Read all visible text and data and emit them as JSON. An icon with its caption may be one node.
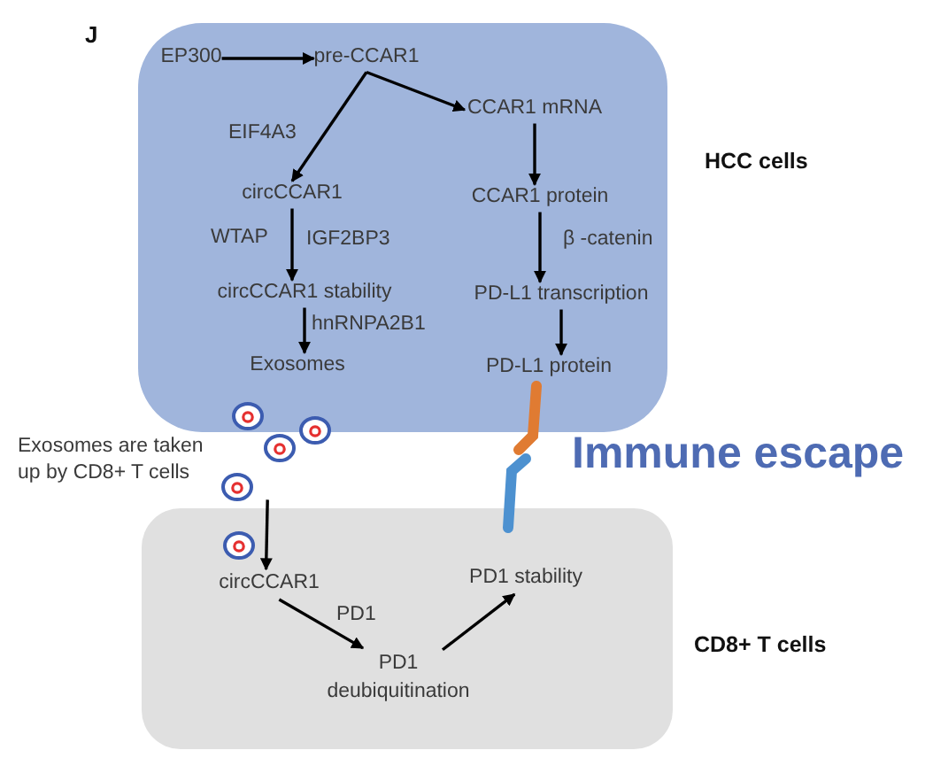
{
  "diagram": {
    "nodes": [
      {
        "text": [],
        "shape": "box",
        "beside": [
          "HCC cells"
        ]
      },
      {
        "text": [],
        "shape": "box",
        "beside": [
          "CD8+ T cells"
        ]
      },
      {
        "text": [
          "EP300"
        ],
        "in": 0
      },
      {
        "text": [
          "pre-CCAR1"
        ],
        "in": 0
      },
      {
        "text": [
          "CCAR1 mRNA"
        ],
        "in": 0
      },
      {
        "text": [
          "circCCAR1"
        ],
        "in": 0
      },
      {
        "text": [
          "CCAR1 protein"
        ],
        "in": 0
      },
      {
        "text": [
          "circCCAR1 stability"
        ],
        "in": 0
      },
      {
        "text": [
          "PD-L1 transcription"
        ],
        "in": 0
      },
      {
        "text": [
          "Exosomes"
        ],
        "in": 0
      },
      {
        "text": [
          "PD-L1 protein"
        ],
        "in": 0
      },
      {
        "text": [
          "circCCAR1"
        ],
        "in": 1
      },
      {
        "text": [
          "PD1 stability"
        ],
        "in": 1
      },
      {
        "text": [
          "PD1 deubiquitination"
        ],
        "in": 1
      },
      {
        "text": [],
        "shape": "circle",
        "in": 0
      },
      {
        "text": [],
        "shape": "circle"
      },
      {
        "text": [],
        "shape": "circle"
      },
      {
        "text": [],
        "shape": "circle"
      },
      {
        "text": [],
        "shape": "circle",
        "in": 1
      }
    ],
    "edges": [
      {
        "from": 2,
        "to": 3,
        "arrow": "to"
      },
      {
        "from": 3,
        "to": 4,
        "arrow": "to"
      },
      {
        "from": 3,
        "to": 5,
        "arrow": "to",
        "label": "EIF4A3"
      },
      {
        "from": 4,
        "to": 6,
        "arrow": "to"
      },
      {
        "from": 5,
        "to": 7,
        "arrow": "to",
        "label": "WTAP"
      },
      {
        "from": 6,
        "to": 8,
        "arrow": "to",
        "label": "β -catenin"
      },
      {
        "from": 7,
        "to": 9,
        "arrow": "to",
        "label": "hnRNPA2B1"
      },
      {
        "from": 8,
        "to": 10,
        "arrow": "to"
      },
      {
        "from": 17,
        "to": 11,
        "arrow": "to"
      },
      {
        "from": 11,
        "to": 13,
        "arrow": "to",
        "label": "PD1"
      },
      {
        "from": 13,
        "to": 12,
        "arrow": "to"
      }
    ],
    "labels": [
      "J",
      "IGF2BP3",
      "Exosomes are taken up by CD8+ T cells",
      "Immune escape"
    ]
  }
}
